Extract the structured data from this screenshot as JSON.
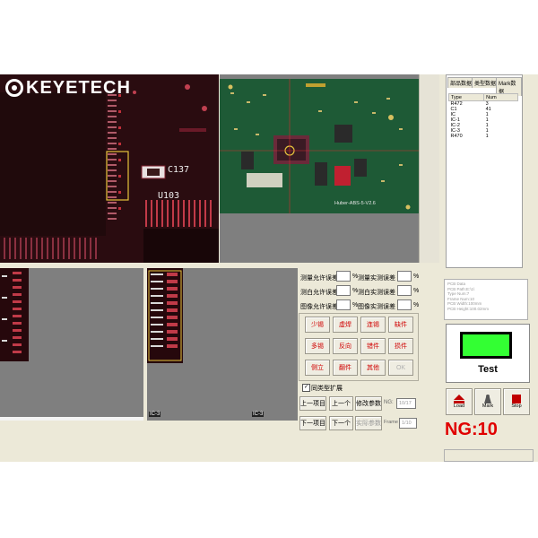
{
  "logo": {
    "text": "KEYETECH"
  },
  "board_labels": {
    "cap": "C137",
    "ic": "U103",
    "board_id": "Huber-ABS-5-V2.6"
  },
  "views": {
    "ic_label_left": "IC-3",
    "ic_label_right": "IC-3"
  },
  "controls": {
    "fields": [
      {
        "left": "测量允许误差",
        "right": "测量实测误差",
        "unit": "%"
      },
      {
        "left": "测白允许误差",
        "right": "测白实测误差",
        "unit": "%"
      },
      {
        "left": "图像允许误差",
        "right": "图像实测误差",
        "unit": "%"
      }
    ],
    "defect_buttons": [
      "少锡",
      "虚焊",
      "连锡",
      "缺件",
      "多锡",
      "反向",
      "错件",
      "损件",
      "侧立",
      "翻件",
      "其他",
      "OK"
    ],
    "same_type_checkbox": "同类型扩展",
    "nav": {
      "prev_item": "上一项目",
      "prev": "上一个",
      "modify": "修改参数",
      "ng_label": "NG:",
      "ng_value": "10/17",
      "next_item": "下一项目",
      "next": "下一个",
      "frame_param": "实际参数",
      "frame_label": "Frame",
      "frame_value": "1/10"
    }
  },
  "sidebar": {
    "tabs": [
      "部品数据",
      "类型数据",
      "Mark数据"
    ],
    "table": {
      "headers": [
        "Type",
        "Num"
      ],
      "rows": [
        [
          "R472",
          "3"
        ],
        [
          "C1",
          "41"
        ],
        [
          "IC",
          "1"
        ],
        [
          "IC-1",
          "1"
        ],
        [
          "IC-2",
          "1"
        ],
        [
          "IC-3",
          "1"
        ],
        [
          "R470",
          "1"
        ]
      ]
    },
    "info": [
      "PCB Data",
      "PCB Path:E:\\1\\",
      "Type Num:7",
      "Frame Num:10",
      "PCB Width:100mm",
      "PCB Height:100.02mm"
    ],
    "test_label": "Test",
    "tools": [
      "Load",
      "Mark",
      "Stop"
    ],
    "ng_count": "NG:10"
  },
  "colors": {
    "status_green": "#33ff33",
    "ng_red": "#e00000",
    "defect_label": "#d00000"
  }
}
